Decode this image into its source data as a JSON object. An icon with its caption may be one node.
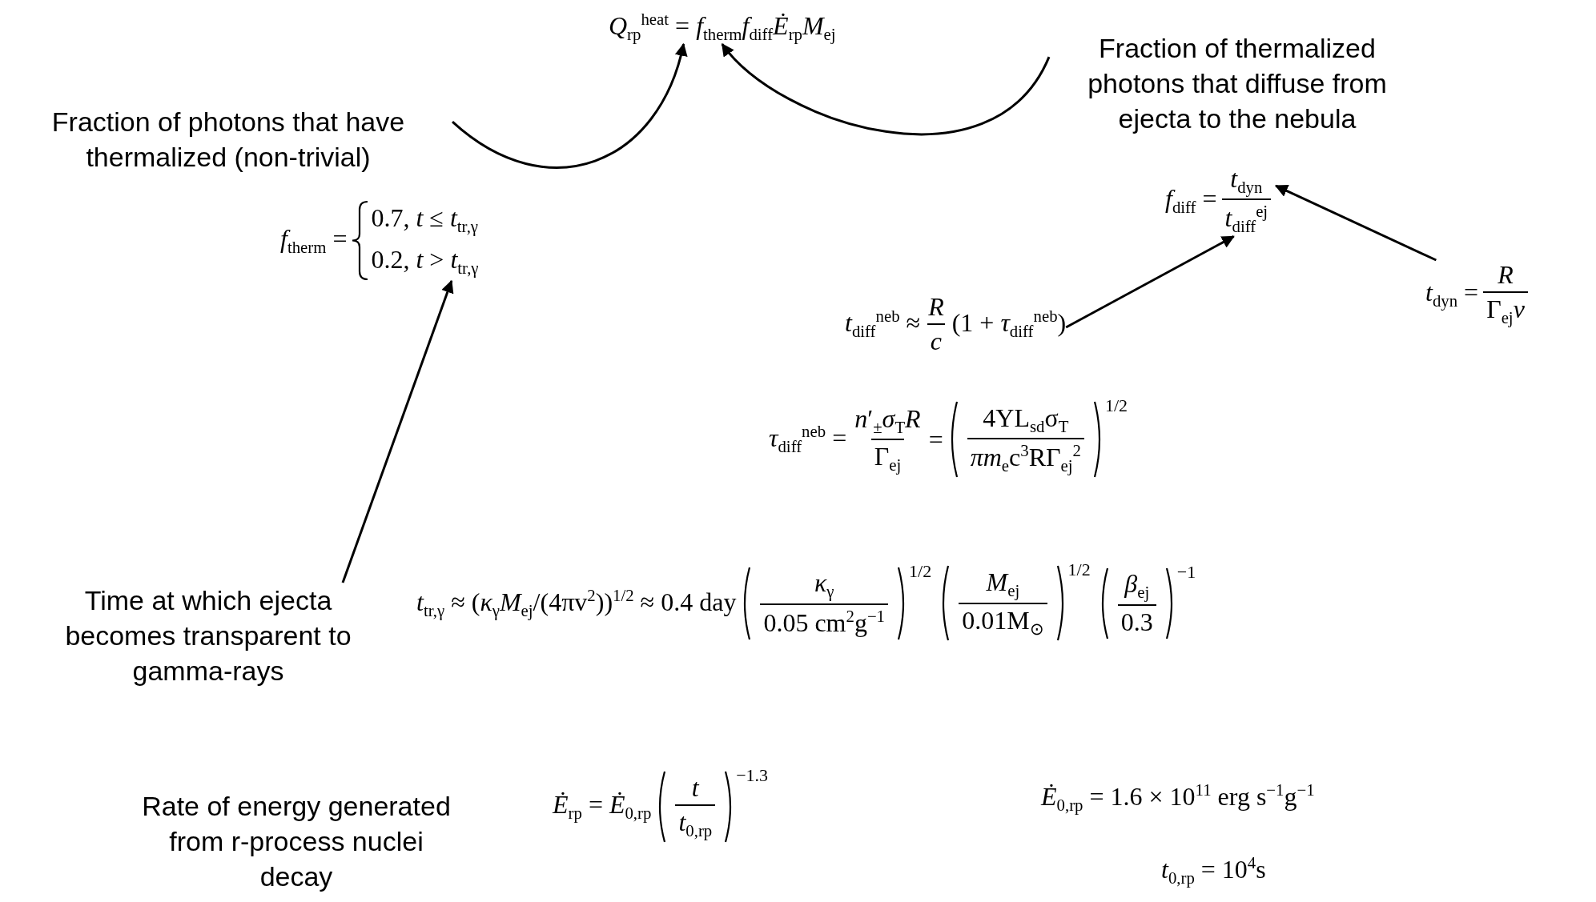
{
  "diagram": {
    "nodes": [
      {
        "text": [
          "*Q*$_{rp}$$^{heat}$ = *f*$_{therm}$*f*$_{diff}$*Ė*$_{rp}$*M*$_{ej}$"
        ]
      },
      {
        "text": [
          "Fraction of photons that have thermalized (non-trivial)"
        ]
      },
      {
        "text": [
          "Fraction of thermalized photons that diffuse from ejecta to the nebula"
        ]
      },
      {
        "text": [
          "*f*$_{therm}$ =",
          "0.7, *t* ≤ *t*$_{tr,γ}$",
          "0.2, *t* > *t*$_{tr,γ}$"
        ]
      },
      {
        "text": [
          "*f*$_{diff}$ =",
          "*t*$_{dyn}$",
          "*t*$_{diff}$$^{ej}$"
        ]
      },
      {
        "text": [
          "*t*$_{diff}$$^{neb}$ ≈",
          "*R*",
          "*c*",
          "(1 + *τ*$_{diff}$$^{neb}$)"
        ]
      },
      {
        "text": [
          "*t*$_{dyn}$ =",
          "*R*",
          "Γ$_{ej}$*v*"
        ]
      },
      {
        "text": [
          "*τ*$_{diff}$$^{neb}$ =",
          "*n*′$_{±}$*σ*$_{T}$*R*",
          "Γ$_{ej}$",
          "=",
          "4YL$_{sd}$σ$_{T}$",
          "*πm*$_{e}$c$^{3}$RΓ$_{ej}$$^{2}$",
          "1/2"
        ]
      },
      {
        "text": [
          "Time at which ejecta becomes transparent to gamma-rays"
        ]
      },
      {
        "text": [
          "*t*$_{tr,γ}$ ≈ (*κ*$_{γ}$*M*$_{ej}$/(4πv$^{2}$))$^{1/2}$ ≈ 0.4 day",
          "*κ*$_{γ}$",
          "0.05 cm$^{2}$g$^{−1}$",
          "1/2",
          "*M*$_{ej}$",
          "0.01M$_{⊙}$",
          "1/2",
          "*β*$_{ej}$",
          "0.3",
          "−1"
        ]
      },
      {
        "text": [
          "Rate of energy generated from r-process nuclei decay"
        ]
      },
      {
        "text": [
          "*Ė*$_{rp}$ = *Ė*$_{0,rp}$",
          "*t*",
          "*t*$_{0,rp}$",
          "−1.3"
        ]
      },
      {
        "text": [
          "*Ė*$_{0,rp}$ = 1.6 × 10$^{11}$ erg s$^{−1}$g$^{−1}$"
        ]
      },
      {
        "text": [
          "*t*$_{0,rp}$ = 10$^{4}$s"
        ]
      }
    ],
    "edges": [
      {
        "from": 1,
        "to": 0,
        "arrow": "to"
      },
      {
        "from": 2,
        "to": 0,
        "arrow": "to"
      },
      {
        "from": 5,
        "to": 4,
        "arrow": "to"
      },
      {
        "from": 6,
        "to": 4,
        "arrow": "to"
      },
      {
        "from": 8,
        "to": 3,
        "arrow": "to"
      }
    ]
  }
}
